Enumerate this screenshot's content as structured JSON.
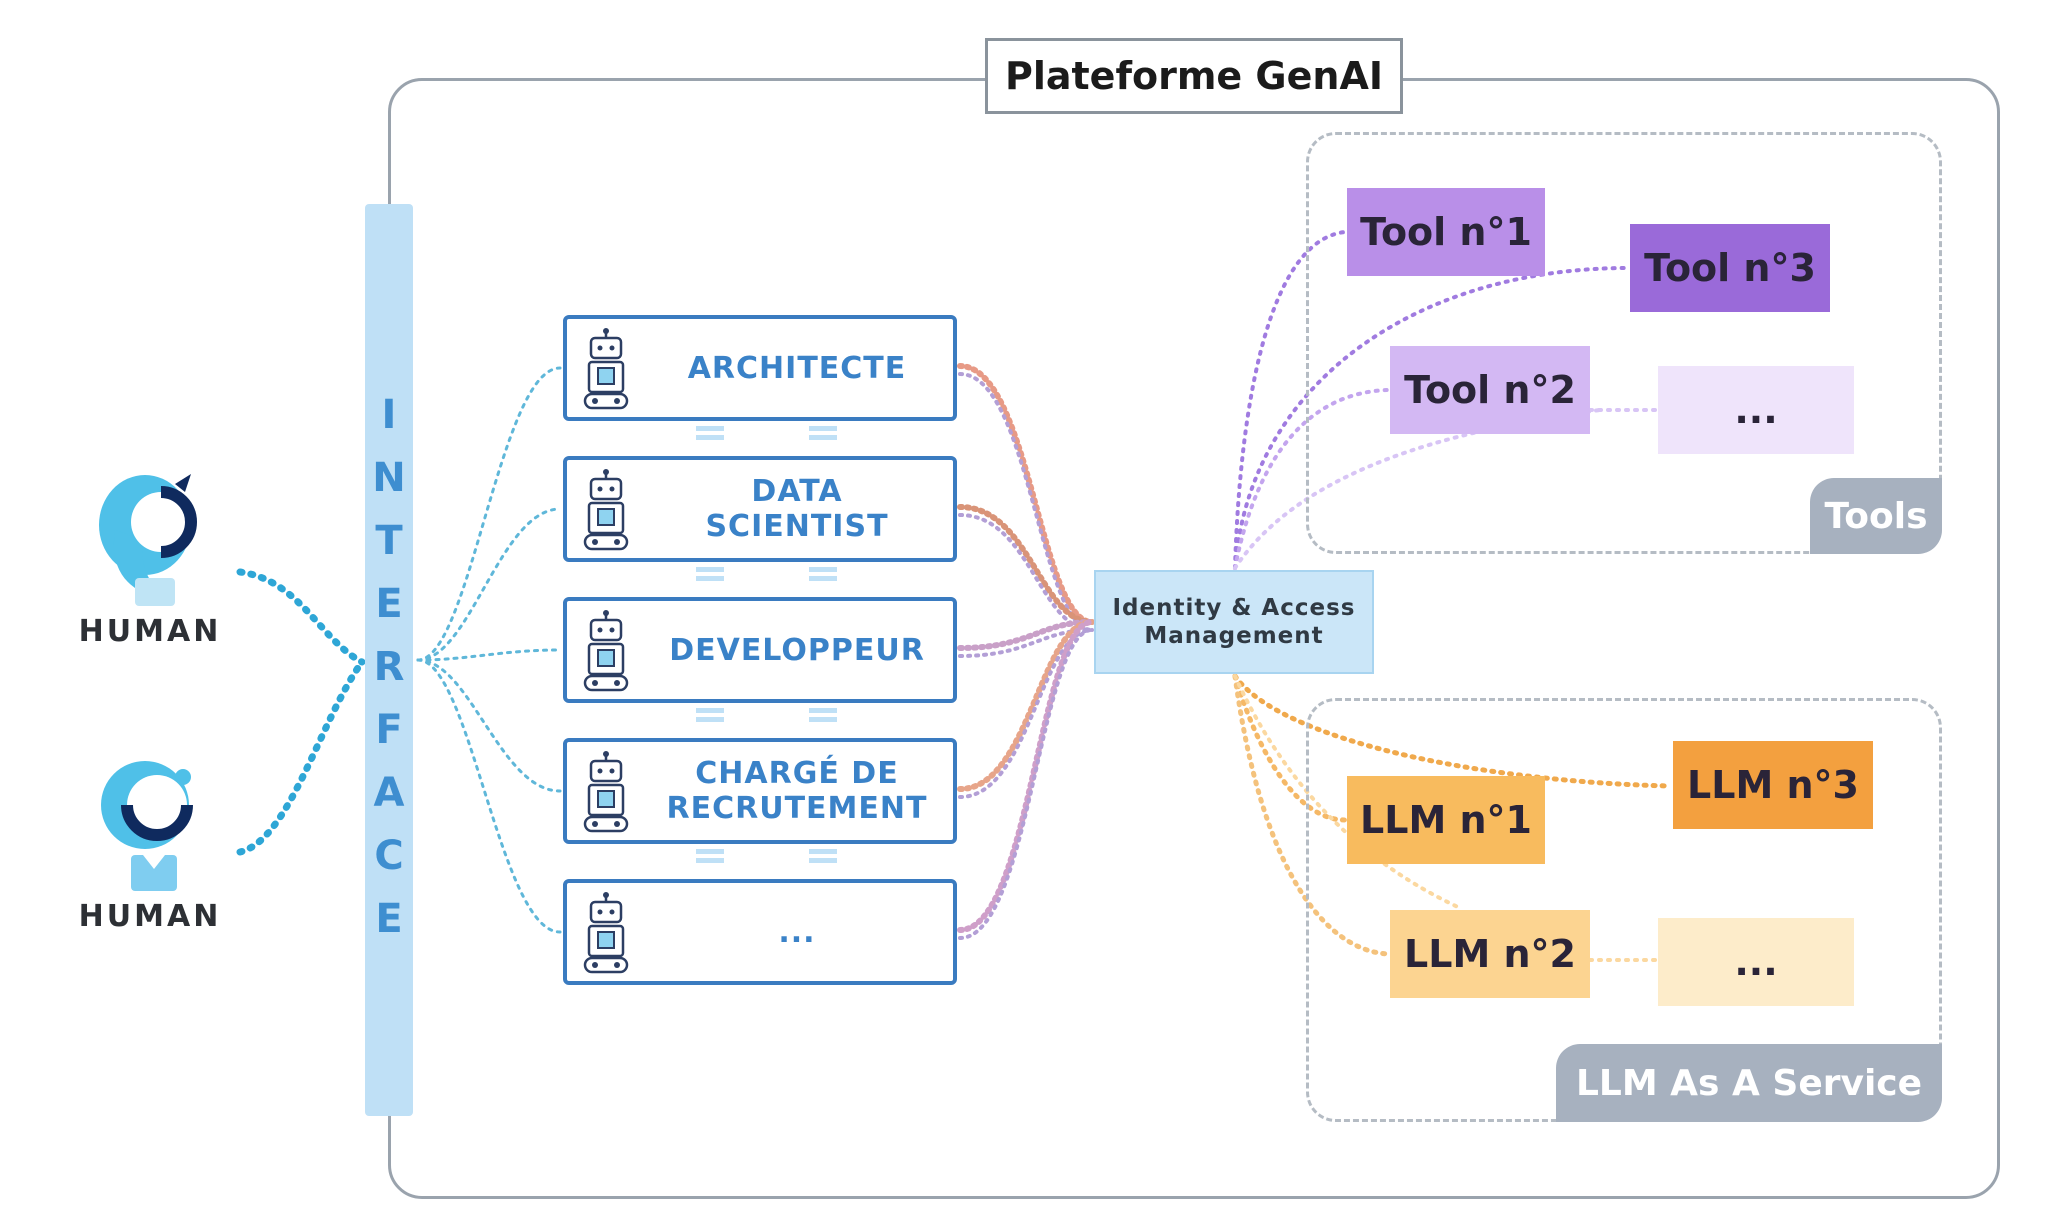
{
  "platform": {
    "title": "Plateforme GenAI"
  },
  "humans": [
    {
      "label": "HUMAN"
    },
    {
      "label": "HUMAN"
    }
  ],
  "interface": {
    "letters": [
      "I",
      "N",
      "T",
      "E",
      "R",
      "F",
      "A",
      "C",
      "E"
    ]
  },
  "agents": [
    {
      "label": "ARCHITECTE"
    },
    {
      "label": "DATA\nSCIENTIST"
    },
    {
      "label": "DEVELOPPEUR"
    },
    {
      "label": "CHARGÉ DE\nRECRUTEMENT"
    },
    {
      "label": "..."
    }
  ],
  "iam": {
    "label": "Identity & Access\nManagement"
  },
  "tools": {
    "group_label": "Tools",
    "nodes": [
      {
        "label": "Tool n°1",
        "color": "#b98fe8"
      },
      {
        "label": "Tool n°3",
        "color": "#9a6ad9"
      },
      {
        "label": "Tool n°2",
        "color": "#d3b8f3"
      },
      {
        "label": "...",
        "color": "#efe4fb"
      }
    ]
  },
  "llm": {
    "group_label": "LLM As A Service",
    "nodes": [
      {
        "label": "LLM n°3",
        "color": "#f3a03f"
      },
      {
        "label": "LLM n°1",
        "color": "#f8bb5e"
      },
      {
        "label": "LLM n°2",
        "color": "#fcd491"
      },
      {
        "label": "...",
        "color": "#fdecca"
      }
    ]
  },
  "colors": {
    "interface": "#bfe0f6",
    "agent_border": "#3a7bc0",
    "human_link": "#2ea6d6",
    "agent_link": "#5fb7d9",
    "tool_link": "#a07be0",
    "llm_link": "#f0a94c"
  }
}
